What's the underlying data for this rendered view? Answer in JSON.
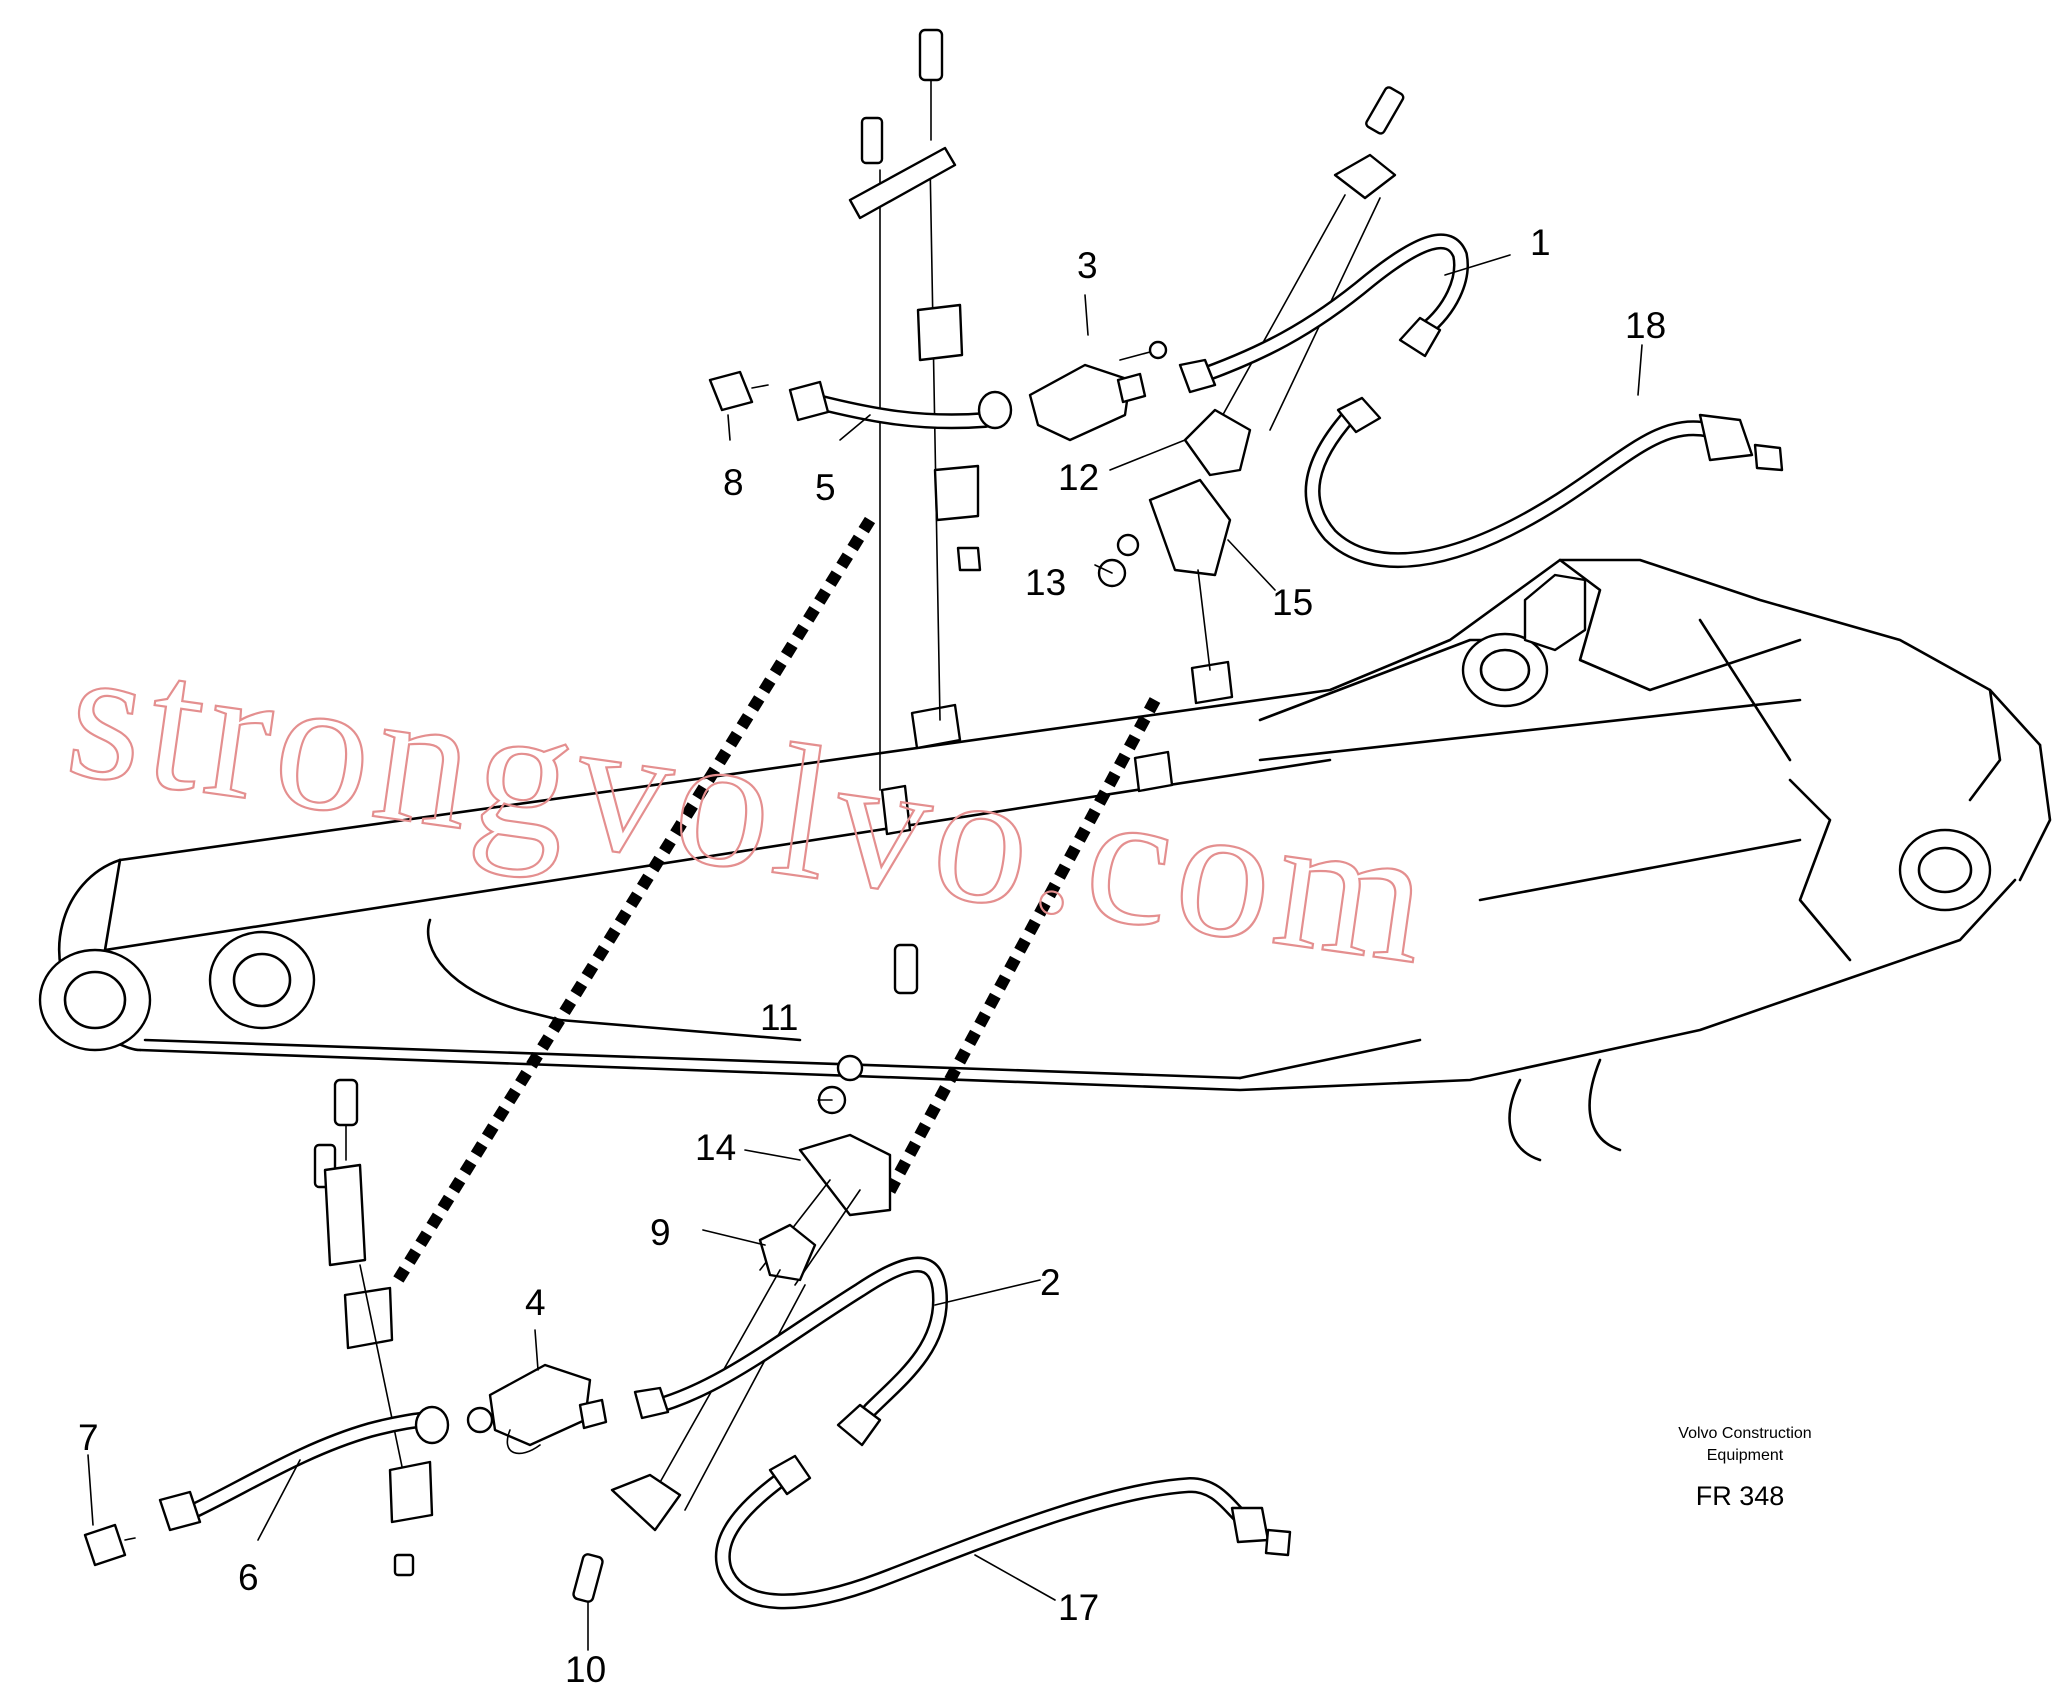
{
  "callouts": {
    "c1": "1",
    "c2": "2",
    "c3": "3",
    "c4": "4",
    "c5": "5",
    "c6": "6",
    "c7": "7",
    "c8": "8",
    "c9": "9",
    "c10": "10",
    "c11": "11",
    "c12": "12",
    "c13": "13",
    "c14": "14",
    "c15": "15",
    "c17": "17",
    "c18": "18"
  },
  "credit": {
    "line1": "Volvo Construction",
    "line2": "Equipment",
    "drawing_code": "FR 348"
  },
  "watermark": {
    "text": "strongvolvo.com",
    "color": "#e48f8f"
  },
  "colors": {
    "line": "#000000",
    "background": "#ffffff"
  }
}
